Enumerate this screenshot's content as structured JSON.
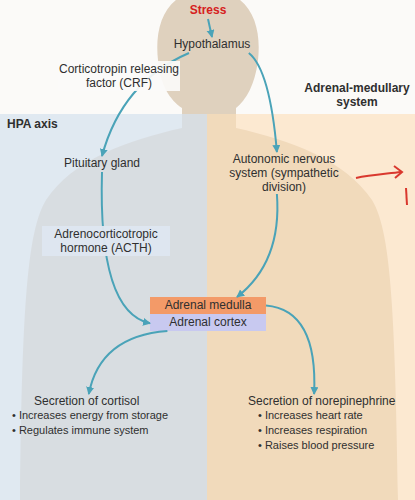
{
  "diagram": {
    "nodes": [
      {
        "text": [
          "Stress"
        ]
      },
      {
        "text": [
          "Hypothalamus"
        ]
      },
      {
        "text": [
          "HPA axis"
        ]
      },
      {
        "text": [
          "Adrenal-medullary system"
        ]
      },
      {
        "text": [
          "Pituitary gland"
        ],
        "in": 2
      },
      {
        "text": [
          "Autonomic nervous system (sympathetic division)"
        ],
        "in": 3
      },
      {
        "text": [
          "Adrenal medulla"
        ]
      },
      {
        "text": [
          "Adrenal cortex"
        ]
      },
      {
        "text": [
          "Secretion of cortisol",
          "• Increases energy from storage",
          "• Regulates immune system"
        ],
        "in": 2
      },
      {
        "text": [
          "Secretion of norepinephrine",
          "• Increases heart rate",
          "• Increases respiration",
          "• Raises blood pressure"
        ],
        "in": 3
      }
    ],
    "edges": [
      {
        "from": 0,
        "to": 1,
        "arrow": "to"
      },
      {
        "from": 1,
        "to": 4,
        "label": "Corticotropin releasing factor (CRF)",
        "arrow": "to"
      },
      {
        "from": 1,
        "to": 5,
        "arrow": "to"
      },
      {
        "from": 4,
        "to": 7,
        "label": "Adrenocorticotropic hormone (ACTH)",
        "arrow": "to"
      },
      {
        "from": 5,
        "to": 6,
        "arrow": "to"
      },
      {
        "from": 7,
        "to": 8,
        "arrow": "to"
      },
      {
        "from": 6,
        "to": 9,
        "arrow": "to"
      }
    ]
  }
}
